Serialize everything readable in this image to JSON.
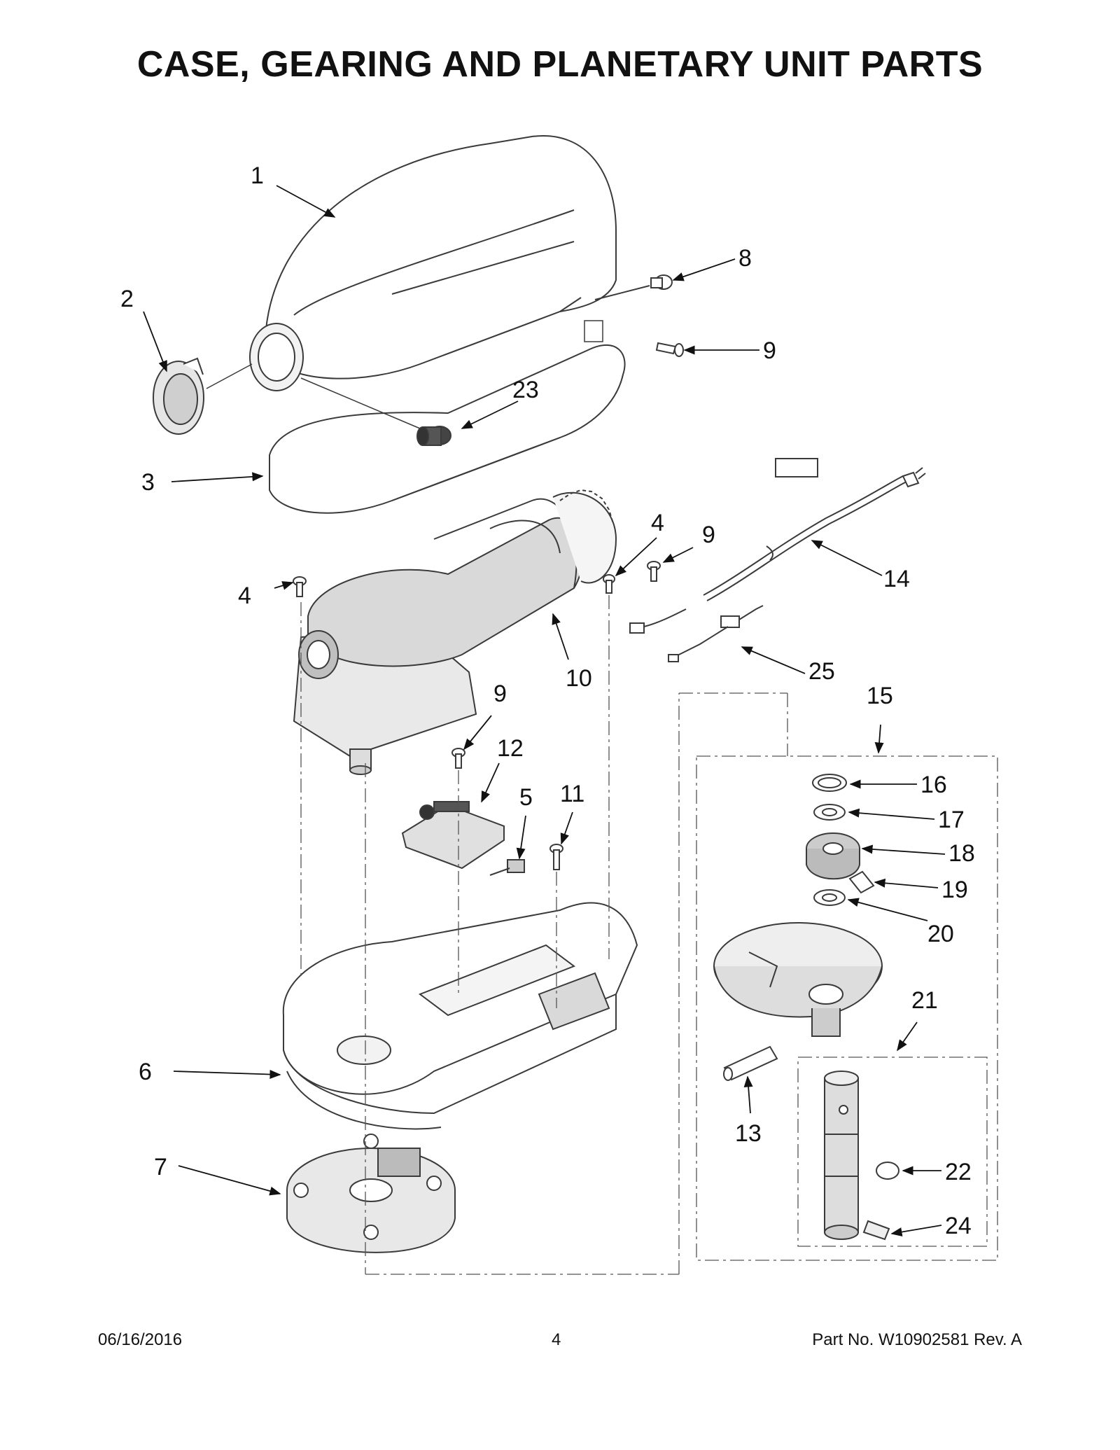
{
  "title": "CASE, GEARING AND PLANETARY UNIT PARTS",
  "footer": {
    "date": "06/16/2016",
    "page": "4",
    "part_no": "Part No.  W10902581  Rev.  A"
  },
  "callouts": {
    "c1": "1",
    "c2": "2",
    "c3": "3",
    "c4a": "4",
    "c4b": "4",
    "c5": "5",
    "c6": "6",
    "c7": "7",
    "c8": "8",
    "c9a": "9",
    "c9b": "9",
    "c9c": "9",
    "c10": "10",
    "c11": "11",
    "c12": "12",
    "c13": "13",
    "c14": "14",
    "c15": "15",
    "c16": "16",
    "c17": "17",
    "c18": "18",
    "c19": "19",
    "c20": "20",
    "c21": "21",
    "c22": "22",
    "c23": "23",
    "c24": "24",
    "c25": "25"
  },
  "colors": {
    "line": "#3a3a3a",
    "fill": "#ffffff",
    "shade": "#d9d9d9",
    "dark": "#555555"
  }
}
